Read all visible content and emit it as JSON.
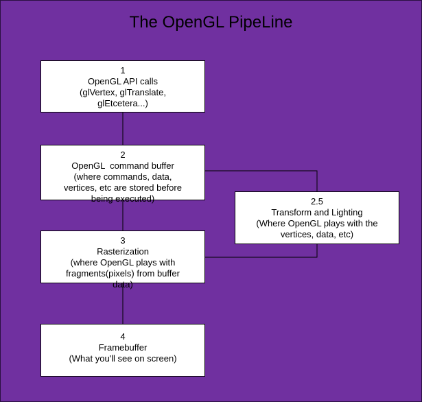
{
  "title": "The OpenGL PipeLine",
  "colors": {
    "background": "#7030a0",
    "box_fill": "#ffffff",
    "line": "#000000"
  },
  "nodes": {
    "api_calls": {
      "number": "1",
      "lines": [
        "OpenGL API calls",
        "(glVertex, glTranslate,",
        "glEtcetera...)"
      ]
    },
    "command_buffer": {
      "number": "2",
      "lines": [
        "OpenGL  command buffer",
        "(where commands, data,",
        "vertices, etc are stored before",
        "being executed)"
      ]
    },
    "transform_lighting": {
      "number": "2.5",
      "lines": [
        "Transform and Lighting",
        "(Where OpenGL plays with the",
        "vertices, data, etc)"
      ]
    },
    "rasterization": {
      "number": "3",
      "lines": [
        "Rasterization",
        "(where OpenGL plays with",
        "fragments(pixels) from buffer",
        "data)"
      ]
    },
    "framebuffer": {
      "number": "4",
      "lines": [
        "Framebuffer",
        "(What you'll see on screen)"
      ]
    }
  },
  "edges": [
    {
      "from": "api_calls",
      "to": "command_buffer"
    },
    {
      "from": "command_buffer",
      "to": "transform_lighting"
    },
    {
      "from": "transform_lighting",
      "to": "rasterization"
    },
    {
      "from": "command_buffer",
      "to": "rasterization"
    },
    {
      "from": "rasterization",
      "to": "framebuffer"
    }
  ]
}
